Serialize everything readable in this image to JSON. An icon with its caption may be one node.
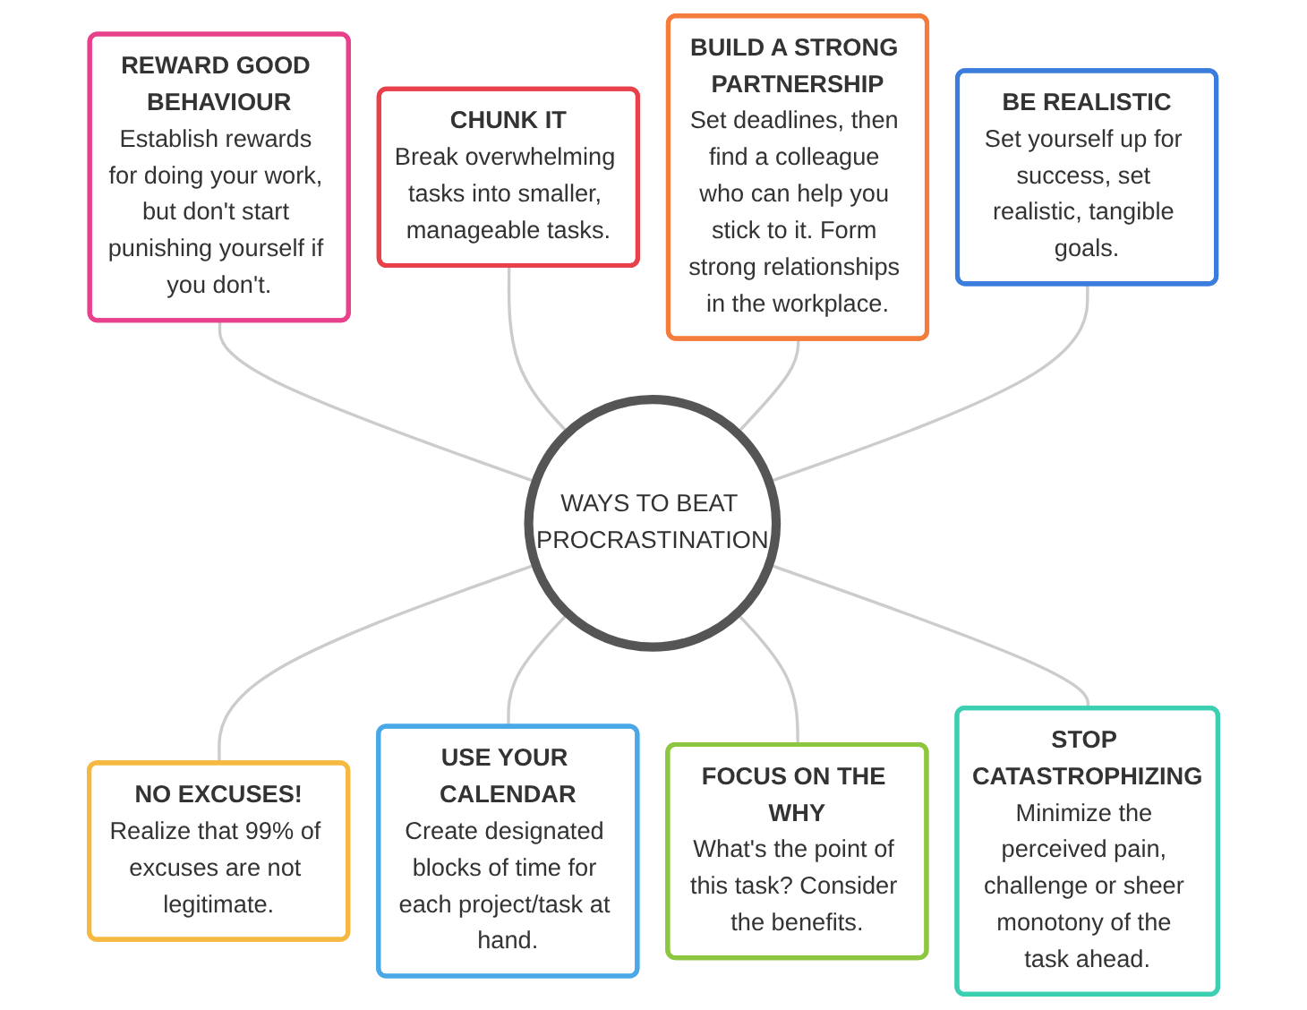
{
  "diagram": {
    "nodes": [
      {
        "text": [
          "WAYS TO BEAT PROCRASTINATION"
        ]
      },
      {
        "text": [
          "REWARD GOOD BEHAVIOUR",
          "Establish rewards for doing your work, but don't start punishing yourself if you don't."
        ]
      },
      {
        "text": [
          "CHUNK IT",
          "Break overwhelming tasks into smaller, manageable tasks."
        ]
      },
      {
        "text": [
          "BUILD A STRONG PARTNERSHIP",
          "Set deadlines, then find a colleague who can help you stick to it. Form strong relationships in the workplace."
        ]
      },
      {
        "text": [
          "BE REALISTIC",
          "Set yourself up for success, set realistic, tangible goals."
        ]
      },
      {
        "text": [
          "NO EXCUSES!",
          "Realize that 99% of excuses are not legitimate."
        ]
      },
      {
        "text": [
          "USE YOUR CALENDAR",
          "Create designated blocks of time for each project/task at hand."
        ]
      },
      {
        "text": [
          "FOCUS ON THE WHY",
          "What's the point of this task? Consider the benefits."
        ]
      },
      {
        "text": [
          "STOP CATASTROPHIZING",
          "Minimize the perceived pain, challenge or sheer monotony of the task ahead."
        ]
      }
    ],
    "edges": [
      {
        "from": 1,
        "to": 0,
        "arrow": "none"
      },
      {
        "from": 2,
        "to": 0,
        "arrow": "none"
      },
      {
        "from": 3,
        "to": 0,
        "arrow": "none"
      },
      {
        "from": 4,
        "to": 0,
        "arrow": "none"
      },
      {
        "from": 0,
        "to": 5,
        "arrow": "none"
      },
      {
        "from": 0,
        "to": 6,
        "arrow": "none"
      },
      {
        "from": 0,
        "to": 7,
        "arrow": "none"
      },
      {
        "from": 0,
        "to": 8,
        "arrow": "none"
      }
    ]
  }
}
